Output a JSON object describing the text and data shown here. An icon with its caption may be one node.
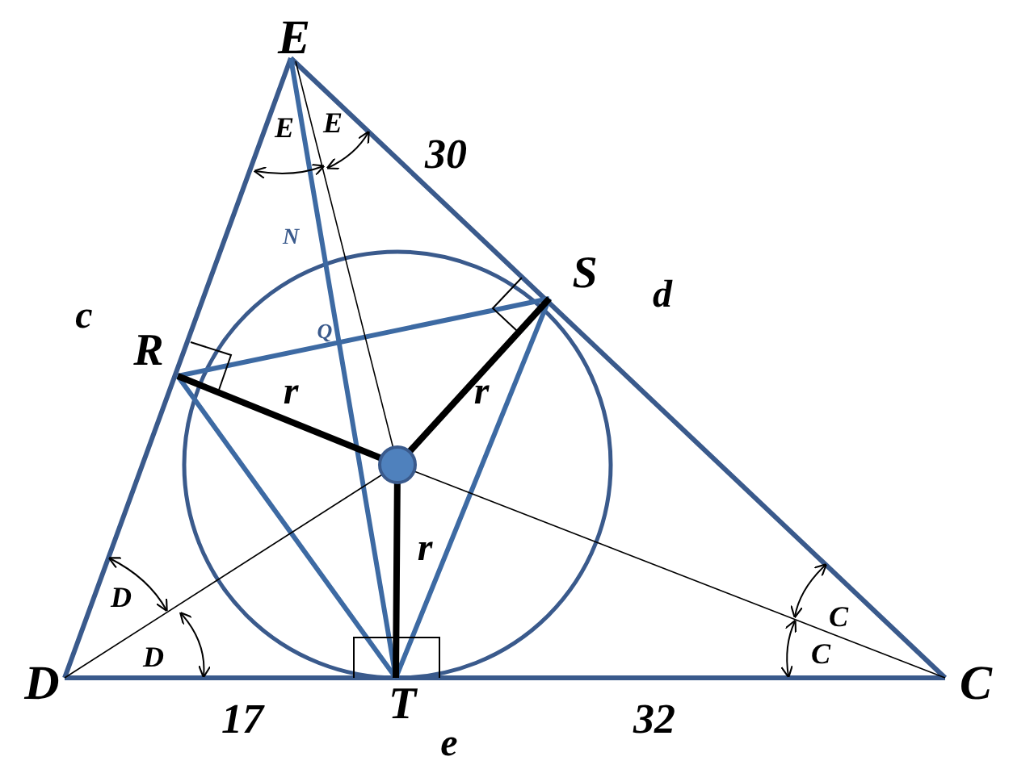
{
  "diagram": {
    "labels": [
      "E",
      "E",
      "E",
      "30",
      "N",
      "S",
      "d",
      "c",
      "R",
      "Q",
      "r",
      "r",
      "r",
      "D",
      "D",
      "D",
      "17",
      "T",
      "e",
      "32",
      "C",
      "C",
      "C"
    ]
  }
}
